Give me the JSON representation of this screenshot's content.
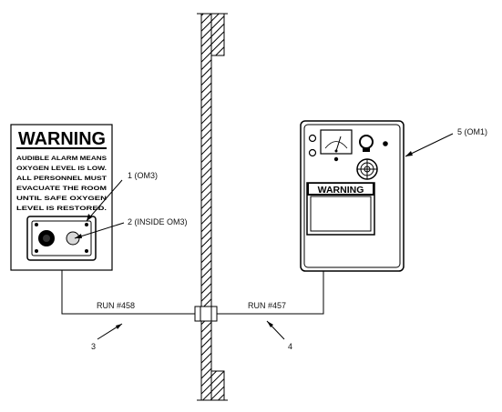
{
  "warning_sign": {
    "title": "WARNING",
    "lines": [
      "AUDIBLE ALARM MEANS",
      "OXYGEN LEVEL IS LOW.",
      "ALL PERSONNEL MUST",
      "EVACUATE THE ROOM",
      "UNTIL SAFE OXYGEN",
      "LEVEL IS RESTORED."
    ]
  },
  "monitor": {
    "warning_label": "WARNING"
  },
  "callouts": {
    "c1": "1 (OM3)",
    "c2": "2 (INSIDE OM3)",
    "c3": "3",
    "c4": "4",
    "c5": "5 (OM1)"
  },
  "runs": {
    "left": "RUN #458",
    "right": "RUN #457"
  },
  "icons": [
    "gauge-icon",
    "horn-icon",
    "speaker-grille-icon",
    "indicator-lamp-icon"
  ],
  "colors": {
    "line": "#000000",
    "background": "#ffffff"
  }
}
